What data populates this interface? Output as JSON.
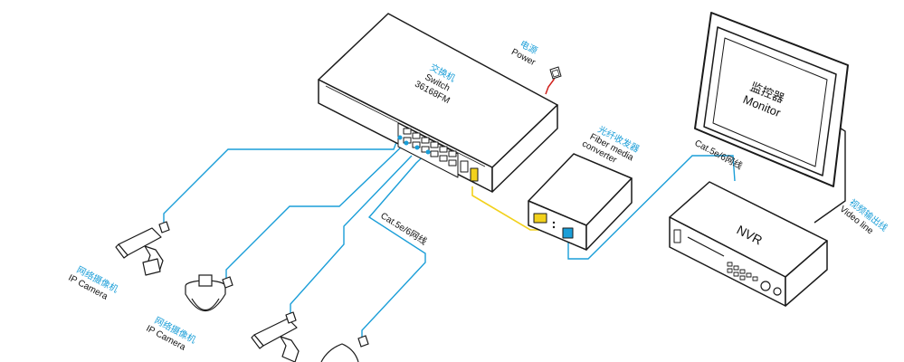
{
  "colors": {
    "cable_blue": "#1a9ed8",
    "fiber_yellow": "#f2d11c",
    "power_red": "#d0201b",
    "outline": "#1a1a1a"
  },
  "labels": {
    "switch": {
      "cn": "交换机",
      "en": "Switch",
      "model": "36168FM"
    },
    "power": {
      "cn": "电源",
      "en": "Power"
    },
    "fiber": {
      "cn": "光纤收发器",
      "en1": "Fiber media",
      "en2": "converter"
    },
    "monitor": {
      "cn": "监控器",
      "en": "Monitor"
    },
    "nvr": {
      "en": "NVR"
    },
    "cat_right": {
      "text": "Cat.5e/6网线"
    },
    "cat_left": {
      "text": "Cat.5e/6网线"
    },
    "video": {
      "cn": "视频输出线",
      "en": "Video line"
    },
    "ipcam1": {
      "cn": "网络摄像机",
      "en": "IP Camera"
    },
    "ipcam2": {
      "cn": "网络摄像机",
      "en": "IP Camera"
    }
  }
}
